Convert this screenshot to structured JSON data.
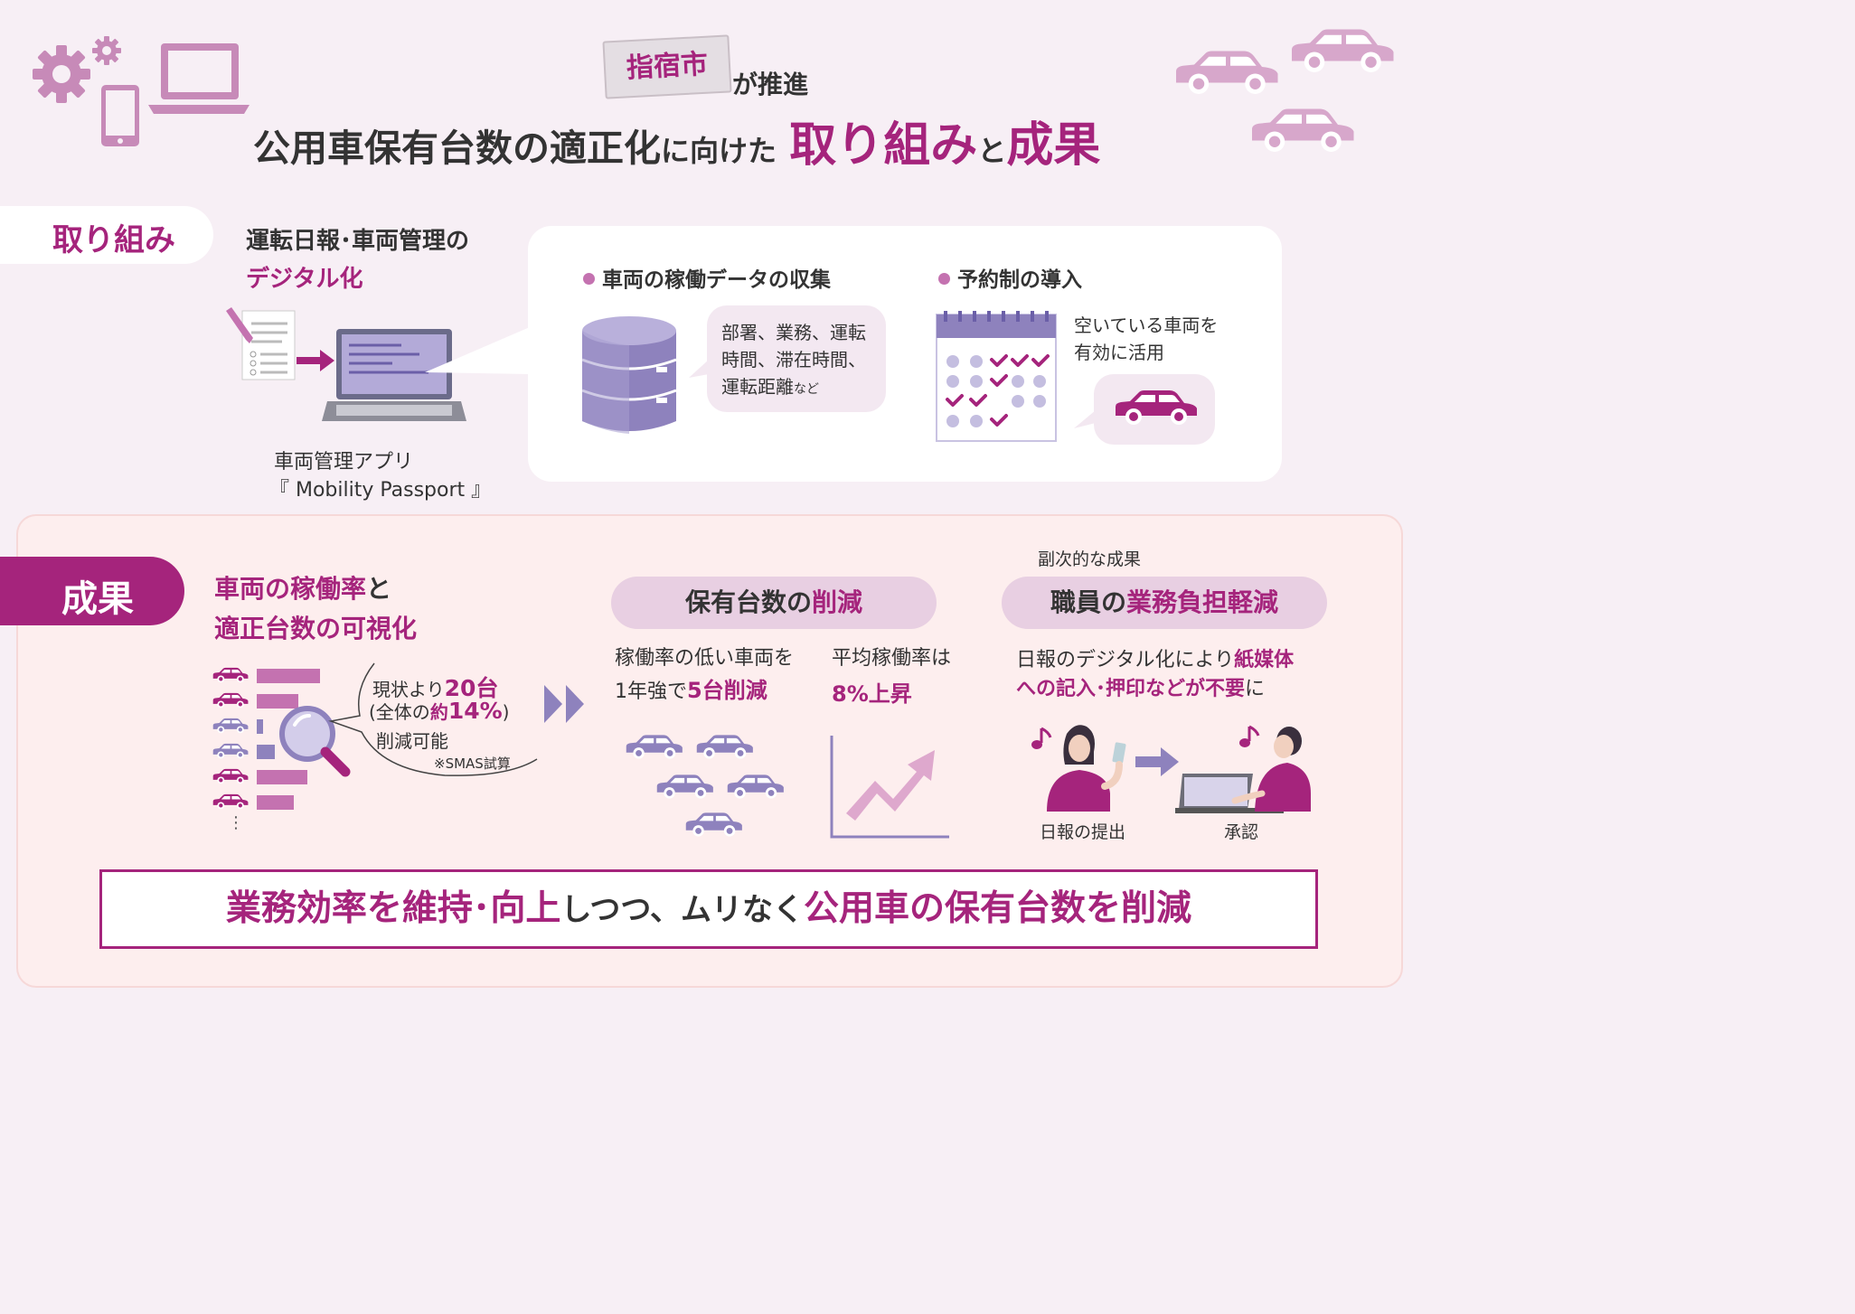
{
  "header": {
    "city": "指宿市",
    "promote": "が推進",
    "title_part1": "公用車保有台数の適正化",
    "title_part2": "に向けた",
    "title_part3": "取り組み",
    "title_part4": "と",
    "title_part5": "成果"
  },
  "initiatives": {
    "label": "取り組み",
    "heading_line1": "運転日報･車両管理の",
    "heading_line2": "デジタル化",
    "app_line1": "車両管理アプリ",
    "app_line2": "『 Mobility Passport 』",
    "item1": {
      "title": "車両の稼働データの収集",
      "detail_line1": "部署、業務、運転",
      "detail_line2": "時間、滞在時間、",
      "detail_line3": "運転距離",
      "detail_suffix": "など"
    },
    "item2": {
      "title": "予約制の導入",
      "detail_line1": "空いている車両を",
      "detail_line2": "有効に活用"
    }
  },
  "results": {
    "label": "成果",
    "heading_line1_a": "車両の稼働率",
    "heading_line1_b": "と",
    "heading_line2": "適正台数の可視化",
    "note_line1_a": "現状より",
    "note_line1_b": "20台",
    "note_line2_a": "(全体の",
    "note_line2_b": "約",
    "note_line2_c": "14%",
    "note_line2_d": ")",
    "note_line3": "削減可能",
    "note_source": "※SMAS試算",
    "ellipsis": "⋮",
    "bar_levels": [
      1.0,
      0.65,
      0.1,
      0.28,
      0.8,
      0.58
    ],
    "reduction": {
      "chip_a": "保有台数の",
      "chip_b": "削減",
      "left_line1": "稼働率の低い車両を",
      "left_line2_a": "1年強で",
      "left_line2_b": "5台削減",
      "right_line1": "平均稼働率は",
      "right_line2": "8%上昇"
    },
    "secondary": {
      "caption": "副次的な成果",
      "chip_a": "職員の",
      "chip_b": "業務負担軽減",
      "line1_a": "日報のデジタル化により",
      "line1_b": "紙媒体",
      "line2_a": "への記入･押印などが不要",
      "line2_b": "に",
      "label_submit": "日報の提出",
      "label_approve": "承認"
    },
    "bottom": {
      "part1": "業務効率を維持･向上",
      "part2": "しつつ、ムリなく",
      "part3": "公用車の保有台数を削減"
    }
  },
  "colors": {
    "accent": "#a5247c",
    "lavender": "#8e82bd",
    "pink": "#c472b0",
    "light_pink": "#dea8cd",
    "background": "#f7eff5",
    "results_bg": "#fdeeee"
  },
  "icons": [
    "gear-icon",
    "smartphone-icon",
    "monitor-icon",
    "car-icon",
    "document-icon",
    "laptop-icon",
    "database-icon",
    "calendar-icon",
    "magnifier-icon",
    "person-icon",
    "rising-arrow-icon",
    "music-note-icon",
    "play-arrow-icon"
  ]
}
